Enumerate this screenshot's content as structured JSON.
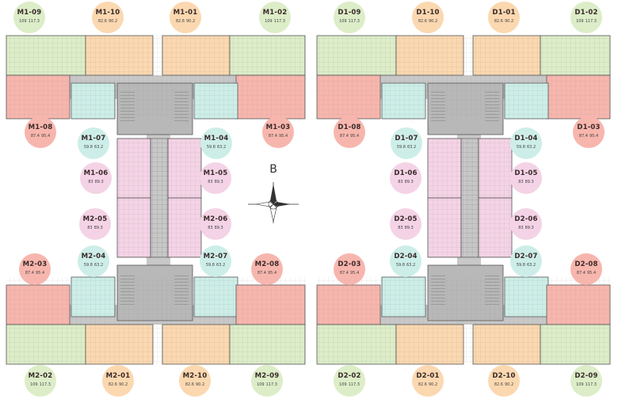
{
  "compass": {
    "label": "B"
  },
  "colors": {
    "green": "#dcedc8",
    "orange": "#fbd8b0",
    "red": "#f7b6ad",
    "blue": "#cdeee8",
    "pink": "#f4d3e6",
    "corridor": "#c8c8c8"
  },
  "units": [
    {
      "code": "M1-09",
      "area1": "109",
      "area2": "117.3",
      "color": "green"
    },
    {
      "code": "M1-10",
      "area1": "82.6",
      "area2": "90.2",
      "color": "orange"
    },
    {
      "code": "M1-01",
      "area1": "82.6",
      "area2": "90.2",
      "color": "orange"
    },
    {
      "code": "M1-02",
      "area1": "109",
      "area2": "117.3",
      "color": "green"
    },
    {
      "code": "M1-08",
      "area1": "87.4",
      "area2": "95.4",
      "color": "red"
    },
    {
      "code": "M1-03",
      "area1": "87.4",
      "area2": "95.4",
      "color": "red"
    },
    {
      "code": "M1-07",
      "area1": "59.8",
      "area2": "63.2",
      "color": "blue"
    },
    {
      "code": "M1-04",
      "area1": "59.8",
      "area2": "63.2",
      "color": "blue"
    },
    {
      "code": "M1-06",
      "area1": "83",
      "area2": "89.3",
      "color": "pink"
    },
    {
      "code": "M1-05",
      "area1": "83",
      "area2": "89.3",
      "color": "pink"
    },
    {
      "code": "M2-05",
      "area1": "83",
      "area2": "89.3",
      "color": "pink"
    },
    {
      "code": "M2-06",
      "area1": "83",
      "area2": "89.3",
      "color": "pink"
    },
    {
      "code": "M2-03",
      "area1": "87.4",
      "area2": "95.4",
      "color": "red"
    },
    {
      "code": "M2-04",
      "area1": "59.8",
      "area2": "63.2",
      "color": "blue"
    },
    {
      "code": "M2-07",
      "area1": "59.8",
      "area2": "63.2",
      "color": "blue"
    },
    {
      "code": "M2-08",
      "area1": "87.4",
      "area2": "95.4",
      "color": "red"
    },
    {
      "code": "M2-02",
      "area1": "109",
      "area2": "117.3",
      "color": "green"
    },
    {
      "code": "M2-01",
      "area1": "82.6",
      "area2": "90.2",
      "color": "orange"
    },
    {
      "code": "M2-10",
      "area1": "82.6",
      "area2": "90.2",
      "color": "orange"
    },
    {
      "code": "M2-09",
      "area1": "109",
      "area2": "117.3",
      "color": "green"
    },
    {
      "code": "D1-09",
      "area1": "109",
      "area2": "117.3",
      "color": "green"
    },
    {
      "code": "D1-10",
      "area1": "82.6",
      "area2": "90.2",
      "color": "orange"
    },
    {
      "code": "D1-01",
      "area1": "82.6",
      "area2": "90.2",
      "color": "orange"
    },
    {
      "code": "D1-02",
      "area1": "109",
      "area2": "117.3",
      "color": "green"
    },
    {
      "code": "D1-08",
      "area1": "87.4",
      "area2": "95.4",
      "color": "red"
    },
    {
      "code": "D1-03",
      "area1": "87.4",
      "area2": "95.4",
      "color": "red"
    },
    {
      "code": "D1-07",
      "area1": "59.8",
      "area2": "63.2",
      "color": "blue"
    },
    {
      "code": "D1-04",
      "area1": "59.8",
      "area2": "63.2",
      "color": "blue"
    },
    {
      "code": "D1-06",
      "area1": "83",
      "area2": "89.3",
      "color": "pink"
    },
    {
      "code": "D1-05",
      "area1": "83",
      "area2": "89.3",
      "color": "pink"
    },
    {
      "code": "D2-05",
      "area1": "83",
      "area2": "89.3",
      "color": "pink"
    },
    {
      "code": "D2-06",
      "area1": "83",
      "area2": "89.3",
      "color": "pink"
    },
    {
      "code": "D2-03",
      "area1": "87.4",
      "area2": "95.4",
      "color": "red"
    },
    {
      "code": "D2-04",
      "area1": "59.8",
      "area2": "63.2",
      "color": "blue"
    },
    {
      "code": "D2-07",
      "area1": "59.8",
      "area2": "63.2",
      "color": "blue"
    },
    {
      "code": "D2-08",
      "area1": "87.4",
      "area2": "95.4",
      "color": "red"
    },
    {
      "code": "D2-02",
      "area1": "109",
      "area2": "117.3",
      "color": "green"
    },
    {
      "code": "D2-01",
      "area1": "82.6",
      "area2": "90.2",
      "color": "orange"
    },
    {
      "code": "D2-10",
      "area1": "82.6",
      "area2": "90.2",
      "color": "orange"
    },
    {
      "code": "D2-09",
      "area1": "109",
      "area2": "117.3",
      "color": "green"
    }
  ]
}
